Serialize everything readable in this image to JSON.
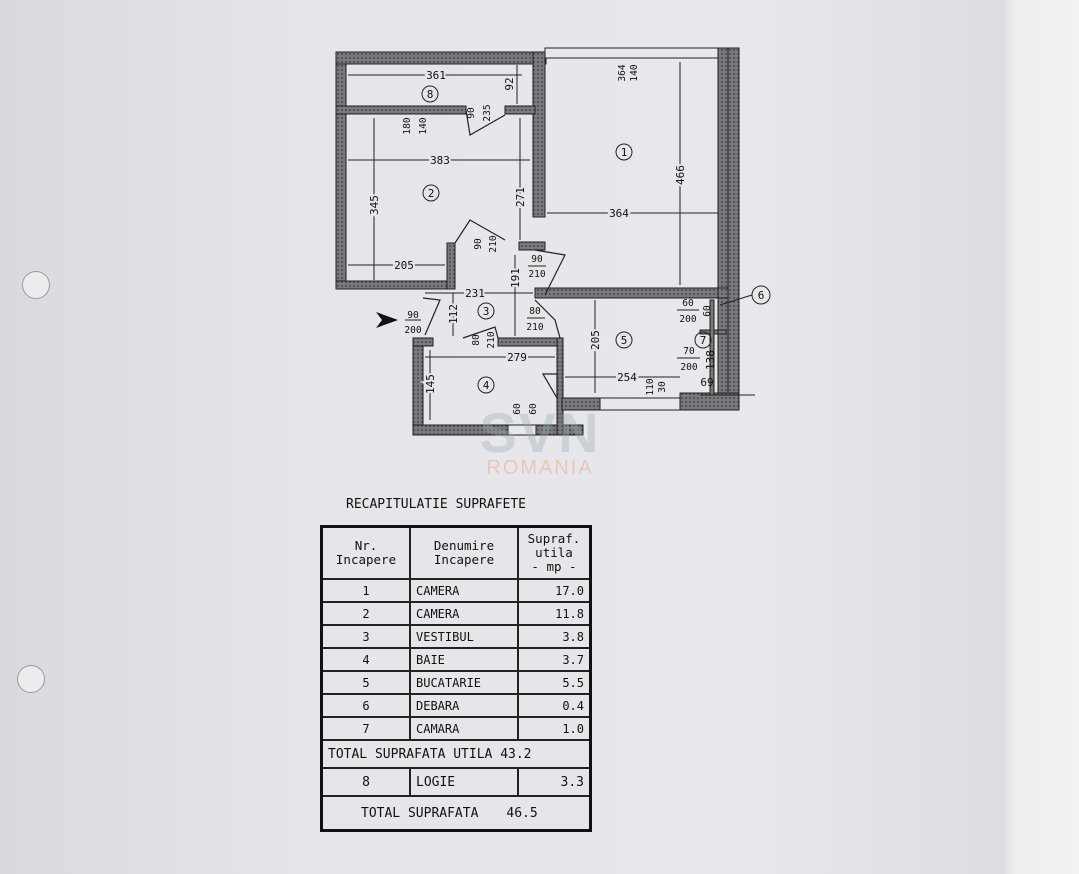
{
  "plan": {
    "rooms": [
      "1",
      "2",
      "3",
      "4",
      "5",
      "6",
      "7",
      "8"
    ],
    "dimensions": {
      "r8_width": "361",
      "r8_depth": "92",
      "r2_width": "383",
      "r2_height": "345",
      "r2_side": "271",
      "r2_bottom": "205",
      "r1_width": "364",
      "r1_height": "466",
      "r3_width": "231",
      "r3_height": "191",
      "r3_small": "112",
      "r4_width": "279",
      "r4_height": "145",
      "r5_width": "254",
      "r5_height": "205",
      "r7_height": "138",
      "r7_width": "69",
      "misc_110": "110",
      "misc_30": "30"
    },
    "openings": [
      {
        "w": "364",
        "h": "140"
      },
      {
        "w": "180",
        "h": "140"
      },
      {
        "w": "90",
        "h": "235"
      },
      {
        "w": "90",
        "h": "210"
      },
      {
        "w": "90",
        "h": "210"
      },
      {
        "w": "90",
        "h": "200"
      },
      {
        "w": "80",
        "h": "210"
      },
      {
        "w": "80",
        "h": "210"
      },
      {
        "w": "60",
        "h": "200"
      },
      {
        "w": "60",
        "h": "60"
      },
      {
        "w": "70",
        "h": "200"
      },
      {
        "w": "60",
        "h": "60"
      }
    ],
    "marker_6": "6"
  },
  "watermark": {
    "main": "SVN",
    "sub": "ROMANIA"
  },
  "summary": {
    "title": "RECAPITULATIE SUPRAFETE",
    "headers": {
      "nr": [
        "Nr.",
        "Incapere"
      ],
      "name": [
        "Denumire",
        "Incapere"
      ],
      "area": [
        "Supraf.",
        "utila",
        "- mp -"
      ]
    },
    "rows": [
      {
        "nr": "1",
        "name": "CAMERA",
        "area": "17.0"
      },
      {
        "nr": "2",
        "name": "CAMERA",
        "area": "11.8"
      },
      {
        "nr": "3",
        "name": "VESTIBUL",
        "area": "3.8"
      },
      {
        "nr": "4",
        "name": "BAIE",
        "area": "3.7"
      },
      {
        "nr": "5",
        "name": "BUCATARIE",
        "area": "5.5"
      },
      {
        "nr": "6",
        "name": "DEBARA",
        "area": "0.4"
      },
      {
        "nr": "7",
        "name": "CAMARA",
        "area": "1.0"
      }
    ],
    "total_utila_label": "TOTAL SUPRAFATA UTILA",
    "total_utila": "43.2",
    "row8": {
      "nr": "8",
      "name": "LOGIE",
      "area": "3.3"
    },
    "total_label": "TOTAL SUPRAFATA",
    "total": "46.5"
  }
}
